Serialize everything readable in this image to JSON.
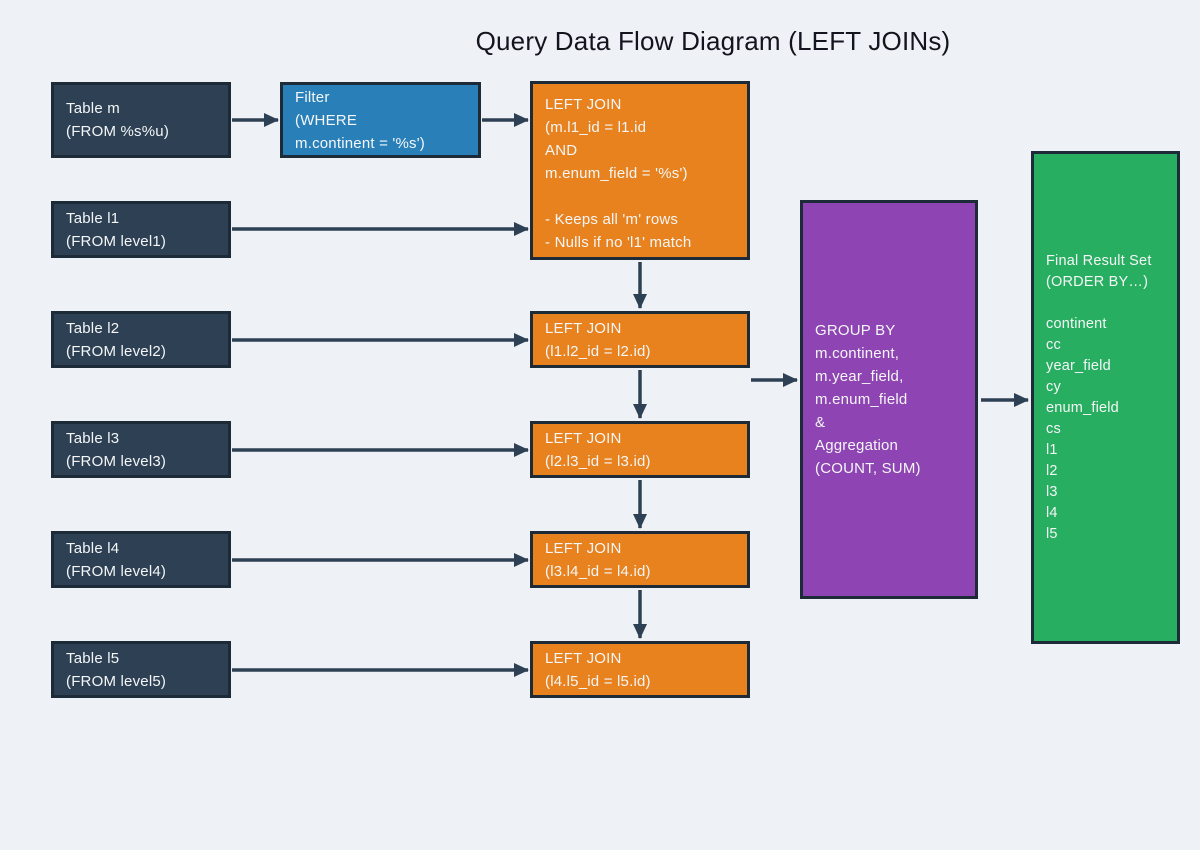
{
  "title": "Query Data Flow Diagram (LEFT JOINs)",
  "colors": {
    "bg": "#eef1f6",
    "table": "#2e4053",
    "filter": "#2980b9",
    "join": "#e8821e",
    "group": "#8e44b2",
    "result": "#27ae60",
    "border": "#1d2b38",
    "arrow": "#2e4053",
    "text": "#f4f6f7",
    "title": "#14141e"
  },
  "nodes": {
    "table_m": {
      "lines": [
        "Table m",
        "(FROM %s%u)"
      ]
    },
    "filter": {
      "lines": [
        "Filter",
        "(WHERE",
        "m.continent = '%s')"
      ]
    },
    "join1": {
      "lines": [
        "LEFT JOIN",
        "(m.l1_id = l1.id",
        "AND",
        "m.enum_field = '%s')",
        "",
        "- Keeps all 'm' rows",
        "- Nulls if no 'l1' match"
      ]
    },
    "table_l1": {
      "lines": [
        "Table l1",
        "(FROM level1)"
      ]
    },
    "table_l2": {
      "lines": [
        "Table l2",
        "(FROM level2)"
      ]
    },
    "join2": {
      "lines": [
        "LEFT JOIN",
        "(l1.l2_id = l2.id)"
      ]
    },
    "table_l3": {
      "lines": [
        "Table l3",
        "(FROM level3)"
      ]
    },
    "join3": {
      "lines": [
        "LEFT JOIN",
        "(l2.l3_id = l3.id)"
      ]
    },
    "table_l4": {
      "lines": [
        "Table l4",
        "(FROM level4)"
      ]
    },
    "join4": {
      "lines": [
        "LEFT JOIN",
        "(l3.l4_id = l4.id)"
      ]
    },
    "table_l5": {
      "lines": [
        "Table l5",
        "(FROM level5)"
      ]
    },
    "join5": {
      "lines": [
        "LEFT JOIN",
        "(l4.l5_id = l5.id)"
      ]
    },
    "group_by": {
      "lines": [
        "GROUP BY",
        "m.continent,",
        "m.year_field,",
        "m.enum_field",
        "&",
        "Aggregation",
        "(COUNT, SUM)"
      ]
    },
    "result": {
      "lines": [
        "Final Result Set",
        "(ORDER BY…)",
        "",
        "continent",
        "cc",
        "year_field",
        "cy",
        "enum_field",
        "cs",
        "l1",
        "l2",
        "l3",
        "l4",
        "l5"
      ]
    }
  }
}
